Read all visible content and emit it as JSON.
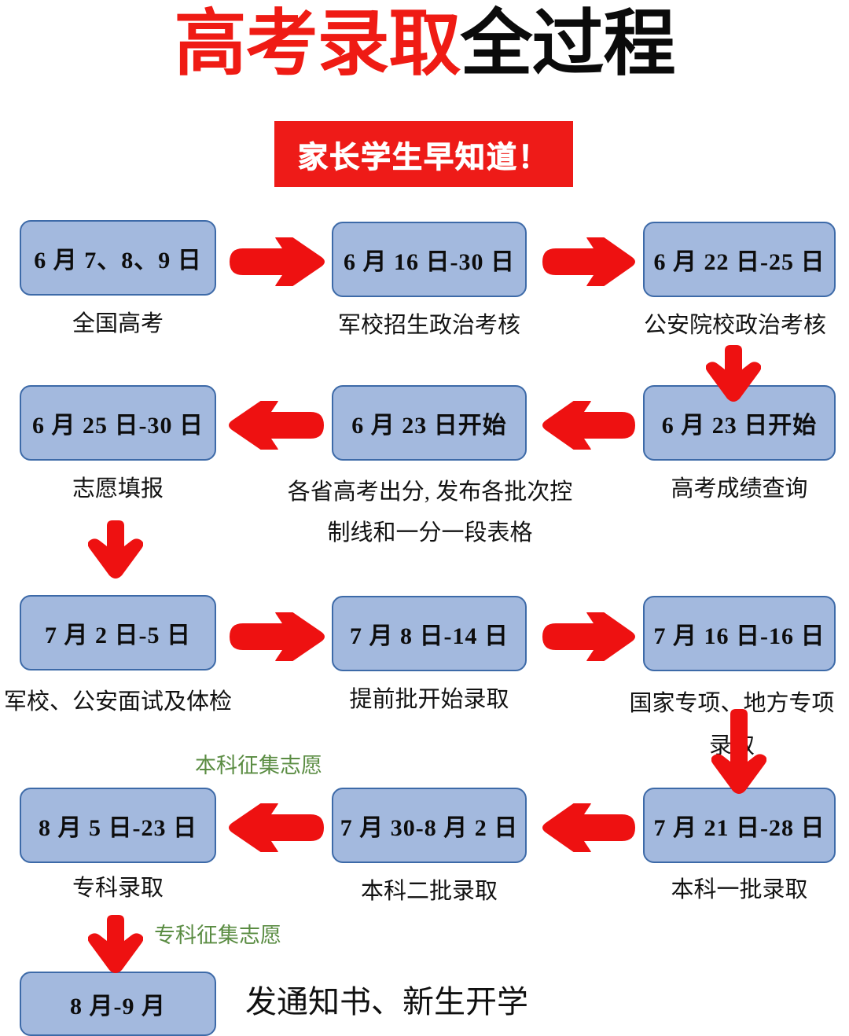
{
  "title": {
    "red_part": "高考录取",
    "black_part": "全过程"
  },
  "subtitle": {
    "text": "家长学生早知道！"
  },
  "colors": {
    "title_red": "#ef1b14",
    "title_black": "#0b0b0b",
    "banner_red": "#ee1b18",
    "arrow_red": "#ee1111",
    "box_fill": "#a3b9de",
    "box_border": "#3d6aa8",
    "annotation_green": "#5a8c42",
    "background": "#ffffff"
  },
  "steps": [
    {
      "id": "step-1",
      "date": "6 月 7、8、9 日",
      "caption": "全国高考"
    },
    {
      "id": "step-2",
      "date": "6 月 16 日-30 日",
      "caption": "军校招生政治考核"
    },
    {
      "id": "step-3",
      "date": "6 月 22 日-25 日",
      "caption": "公安院校政治考核"
    },
    {
      "id": "step-4",
      "date": "6 月 23 日开始",
      "caption": "高考成绩查询"
    },
    {
      "id": "step-5",
      "date": "6 月 23 日开始",
      "caption": "各省高考出分, 发布各批次控制线和一分一段表格"
    },
    {
      "id": "step-6",
      "date": "6 月 25 日-30 日",
      "caption": "志愿填报"
    },
    {
      "id": "step-7",
      "date": "7 月 2 日-5 日",
      "caption": "军校、公安面试及体检"
    },
    {
      "id": "step-8",
      "date": "7 月 8 日-14 日",
      "caption": "提前批开始录取"
    },
    {
      "id": "step-9",
      "date": "7 月 16 日-16 日",
      "caption": "国家专项、地方专项录取"
    },
    {
      "id": "step-10",
      "date": "7 月 21 日-28 日",
      "caption": "本科一批录取"
    },
    {
      "id": "step-11",
      "date": "7 月 30-8 月 2 日",
      "caption": "本科二批录取"
    },
    {
      "id": "step-12",
      "date": "8 月 5 日-23 日",
      "caption": "专科录取"
    },
    {
      "id": "step-13",
      "date": "8 月-9 月",
      "caption": ""
    }
  ],
  "annotations": {
    "undergrad_collect": "本科征集志愿",
    "junior_collect": "专科征集志愿"
  },
  "final_note": {
    "text": "发通知书、新生开学"
  },
  "arrows": [
    {
      "name": "arrow-step1-to-step2",
      "direction": "right"
    },
    {
      "name": "arrow-step2-to-step3",
      "direction": "right"
    },
    {
      "name": "arrow-step3-to-step4",
      "direction": "down"
    },
    {
      "name": "arrow-step4-to-step5",
      "direction": "left"
    },
    {
      "name": "arrow-step5-to-step6",
      "direction": "left"
    },
    {
      "name": "arrow-step6-to-step7",
      "direction": "down"
    },
    {
      "name": "arrow-step7-to-step8",
      "direction": "right"
    },
    {
      "name": "arrow-step8-to-step9",
      "direction": "right"
    },
    {
      "name": "arrow-step9-to-step10",
      "direction": "down"
    },
    {
      "name": "arrow-step10-to-step11",
      "direction": "left"
    },
    {
      "name": "arrow-step11-to-step12",
      "direction": "left"
    },
    {
      "name": "arrow-step12-to-step13",
      "direction": "down"
    }
  ]
}
